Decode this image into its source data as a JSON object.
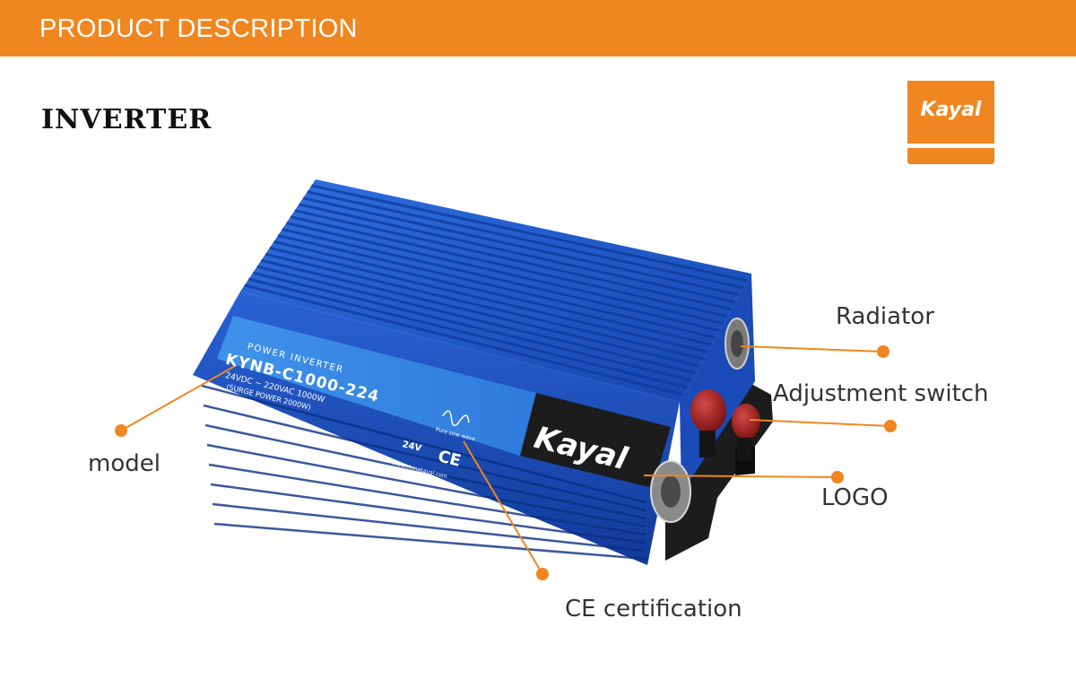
{
  "header": {
    "title": "PRODUCT DESCRIPTION"
  },
  "section": {
    "title": "INVERTER"
  },
  "brand_logo": {
    "text": "Kayal"
  },
  "product": {
    "panel_heading": "POWER INVERTER",
    "model_code": "KYNB-C1000-224",
    "spec_line": "24VDC ~ 220VAC 1000W",
    "surge_line": "(SURGE POWER 2000W)",
    "wave_label": "Pure sine wave",
    "voltage_badge": "24V",
    "ce_mark": "CE",
    "website": "www.chinakayal.com",
    "front_logo": "Kayal"
  },
  "callouts": {
    "radiator": "Radiator",
    "adjustment_switch": "Adjustment switch",
    "logo": "LOGO",
    "model": "model",
    "ce_certification": "CE certification"
  },
  "colors": {
    "accent": "#f0861f",
    "housing_blue": "#1f57c8",
    "panel_blue": "#3c8ce6",
    "dark": "#1c1c1c",
    "knob_red": "#a31a1a"
  }
}
